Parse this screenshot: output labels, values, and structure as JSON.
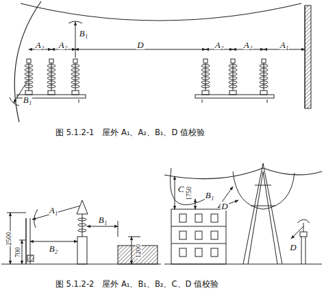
{
  "diagram": {
    "labels": [
      "A₂",
      "A₂",
      "B₁",
      "D",
      "A₂",
      "A₂",
      "A₁",
      "B₁",
      "图 5.1.2-1　屋外 A₁、A₂、B₁、D 值校验",
      "C",
      "1750",
      "B₁",
      "D",
      "D",
      "A₁",
      "B₂",
      "B₁",
      "2500",
      "700",
      "1200",
      "图 5.1.2-2　屋外 A₁、B₁、B₂、C、D 值校验"
    ]
  }
}
